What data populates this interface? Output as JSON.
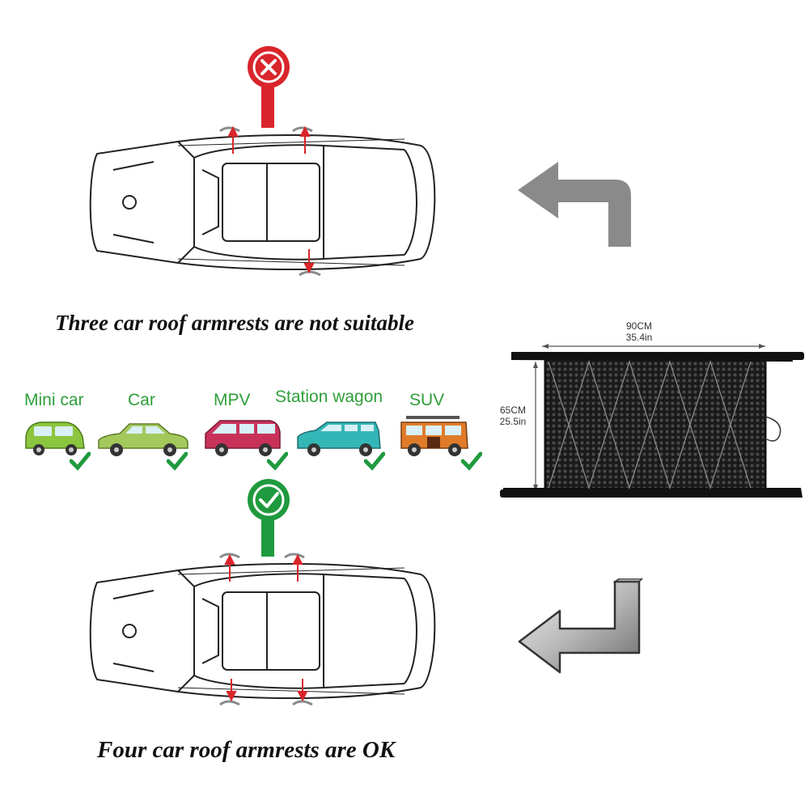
{
  "captions": {
    "not_suitable": "Three car roof armrests are not suitable",
    "ok": "Four car roof armrests are OK"
  },
  "vehicles": [
    {
      "label": "Mini car",
      "color": "#8cc63f"
    },
    {
      "label": "Car",
      "color": "#a3c95c"
    },
    {
      "label": "MPV",
      "color": "#c8325a"
    },
    {
      "label": "Station wagon",
      "color": "#35b6b6"
    },
    {
      "label": "SUV",
      "color": "#e07b2a"
    }
  ],
  "dimensions": {
    "width_cm": "90CM",
    "width_in": "35.4in",
    "height_cm": "65CM",
    "height_in": "25.5in"
  },
  "colors": {
    "bad": "#d9252b",
    "good": "#1f9a3e",
    "label_green": "#2f9e3a",
    "arrow_gray": "#8a8a8a"
  },
  "icons": {
    "bad_marker": "cross-pin-icon",
    "good_marker": "check-pin-icon",
    "vehicle_check": "checkmark-icon",
    "return_arrow": "turn-arrow-icon"
  }
}
